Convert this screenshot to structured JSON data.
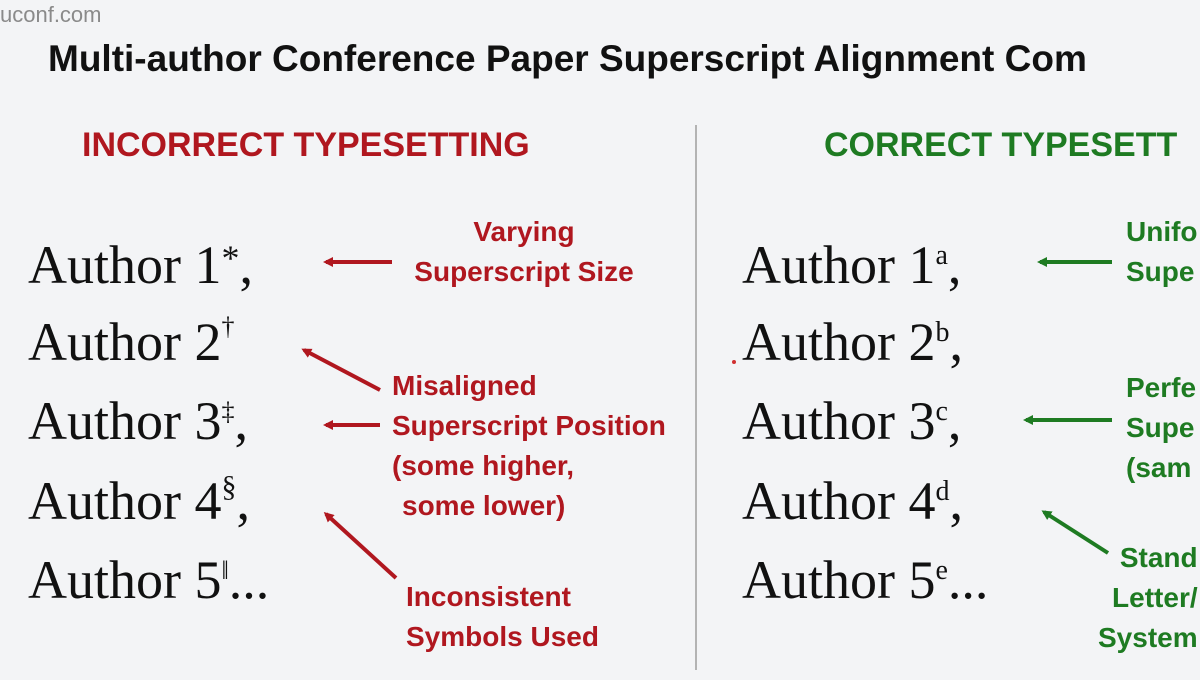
{
  "watermark": "uconf.com",
  "title": "Multi-author Conference Paper Superscript Alignment Com",
  "left": {
    "heading": "INCORRECT TYPESETTING",
    "authors": [
      {
        "name": "Author 1",
        "mark": "*",
        "punct": ","
      },
      {
        "name": "Author 2",
        "mark": "†",
        "punct": ""
      },
      {
        "name": "Author 3",
        "mark": "‡",
        "punct": ","
      },
      {
        "name": "Author 4",
        "mark": "§",
        "punct": ","
      },
      {
        "name": "Author 5",
        "mark": "‖",
        "punct": "..."
      }
    ],
    "notes": [
      {
        "lines": [
          "Varying",
          "Superscript Size"
        ]
      },
      {
        "lines": [
          "Misaligned",
          "Superscript Position",
          "(some higher,",
          "some lower)"
        ]
      },
      {
        "lines": [
          "Inconsistent",
          "Symbols Used"
        ]
      }
    ]
  },
  "right": {
    "heading": "CORRECT TYPESETT",
    "authors": [
      {
        "name": "Author 1",
        "mark": "a",
        "punct": ","
      },
      {
        "name": "Author 2",
        "mark": "b",
        "punct": ","
      },
      {
        "name": "Author 3",
        "mark": "c",
        "punct": ","
      },
      {
        "name": "Author 4",
        "mark": "d",
        "punct": ","
      },
      {
        "name": "Author 5",
        "mark": "e",
        "punct": "..."
      }
    ],
    "notes": [
      {
        "lines": [
          "Unifo",
          "Supe"
        ]
      },
      {
        "lines": [
          "Perfe",
          "Supe",
          "(sam"
        ]
      },
      {
        "lines": [
          "Stand",
          "Letter/",
          "System"
        ]
      }
    ]
  },
  "colors": {
    "incorrect": "#b0171f",
    "correct": "#1e7b22",
    "divider": "#b3b3b3"
  }
}
